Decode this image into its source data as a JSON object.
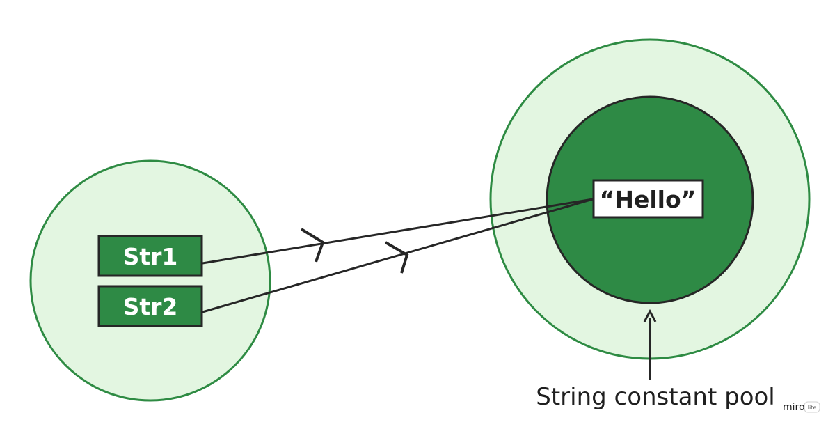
{
  "colors": {
    "light_fill": "#e3f6e1",
    "circle_border": "#2e8b43",
    "dark_green": "#2e8a45",
    "outline": "#262626",
    "arrow": "#262626"
  },
  "references": {
    "items": [
      {
        "label": "Str1"
      },
      {
        "label": "Str2"
      }
    ]
  },
  "pool": {
    "value": "“Hello”",
    "label": "String constant pool"
  },
  "watermark": {
    "text": "miro",
    "badge": "lite"
  }
}
